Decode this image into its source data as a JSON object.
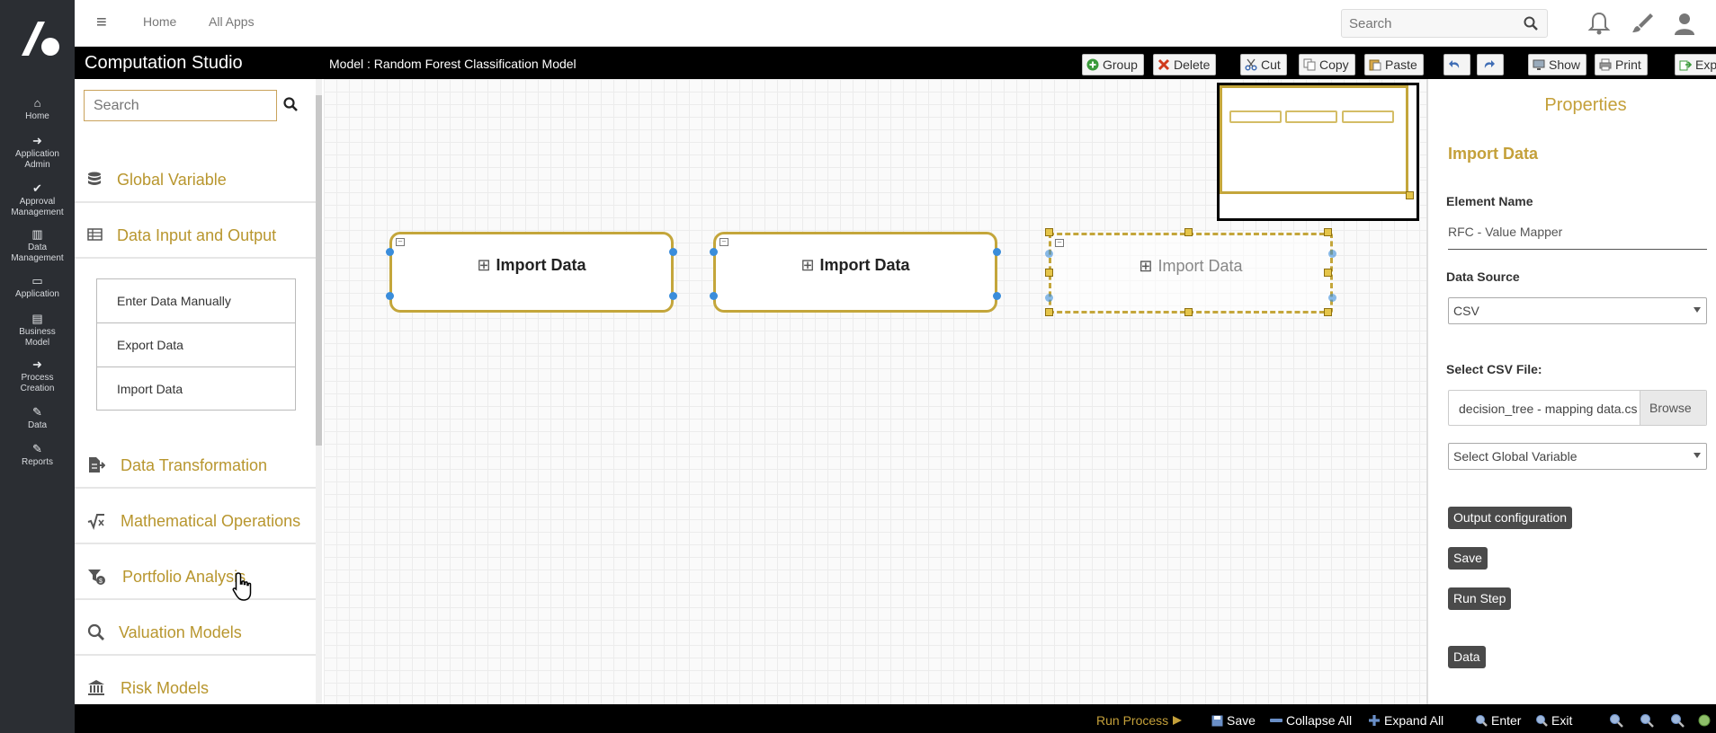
{
  "rail": {
    "items": [
      {
        "label": "Home",
        "icon": "home-icon",
        "glyph": "⌂"
      },
      {
        "label": "Application Admin",
        "icon": "admin-icon",
        "glyph": "➜"
      },
      {
        "label": "Approval Management",
        "icon": "check-circle-icon",
        "glyph": "✔"
      },
      {
        "label": "Data Management",
        "icon": "bar-chart-icon",
        "glyph": "▥"
      },
      {
        "label": "Application",
        "icon": "monitor-icon",
        "glyph": "▭"
      },
      {
        "label": "Business Model",
        "icon": "chart-icon",
        "glyph": "▤"
      },
      {
        "label": "Process Creation",
        "icon": "arrow-circle-icon",
        "glyph": "➜"
      },
      {
        "label": "Data",
        "icon": "edit-icon",
        "glyph": "✎"
      },
      {
        "label": "Reports",
        "icon": "report-edit-icon",
        "glyph": "✎"
      }
    ]
  },
  "topbar": {
    "links": [
      "Home",
      "All Apps"
    ],
    "search_placeholder": "Search"
  },
  "studio": {
    "title": "Computation Studio",
    "model": "Model : Random Forest Classification Model",
    "buttons": [
      "Group",
      "Delete",
      "Cut",
      "Copy",
      "Paste",
      "",
      "",
      "Show",
      "Print",
      "Exp"
    ]
  },
  "left": {
    "search_placeholder": "Search",
    "categories": [
      {
        "label": "Global Variable",
        "icon": "database-icon"
      },
      {
        "label": "Data Input and Output",
        "icon": "table-icon"
      },
      {
        "label": "Data Transformation",
        "icon": "file-export-icon"
      },
      {
        "label": "Mathematical Operations",
        "icon": "square-root-icon"
      },
      {
        "label": "Portfolio Analysis",
        "icon": "filter-dollar-icon"
      },
      {
        "label": "Valuation Models",
        "icon": "magnify-icon"
      },
      {
        "label": "Risk Models",
        "icon": "bank-icon"
      }
    ],
    "sub_items": [
      "Enter Data Manually",
      "Export Data",
      "Import Data"
    ]
  },
  "canvas": {
    "nodes": [
      {
        "label": "Import Data",
        "selected": false
      },
      {
        "label": "Import Data",
        "selected": false
      },
      {
        "label": "Import Data",
        "selected": true
      }
    ]
  },
  "properties": {
    "title": "Properties",
    "subtitle": "Import Data",
    "element_name_label": "Element Name",
    "element_name_value": "RFC - Value Mapper",
    "data_source_label": "Data Source",
    "data_source_value": "CSV",
    "csv_label": "Select CSV File:",
    "csv_value": "decision_tree - mapping data.cs",
    "browse": "Browse",
    "global_var_placeholder": "Select Global Variable",
    "buttons": [
      "Output configuration",
      "Save",
      "Run Step",
      "Data"
    ]
  },
  "bottombar": {
    "run_process": "Run Process",
    "save": "Save",
    "collapse_all": "Collapse All",
    "expand_all": "Expand All",
    "enter": "Enter",
    "exit": "Exit"
  },
  "colors": {
    "accent_gold": "#c4a63b",
    "rail_bg": "#2b2e33",
    "header_bg": "#000000",
    "port_blue": "#3a8ddb"
  }
}
